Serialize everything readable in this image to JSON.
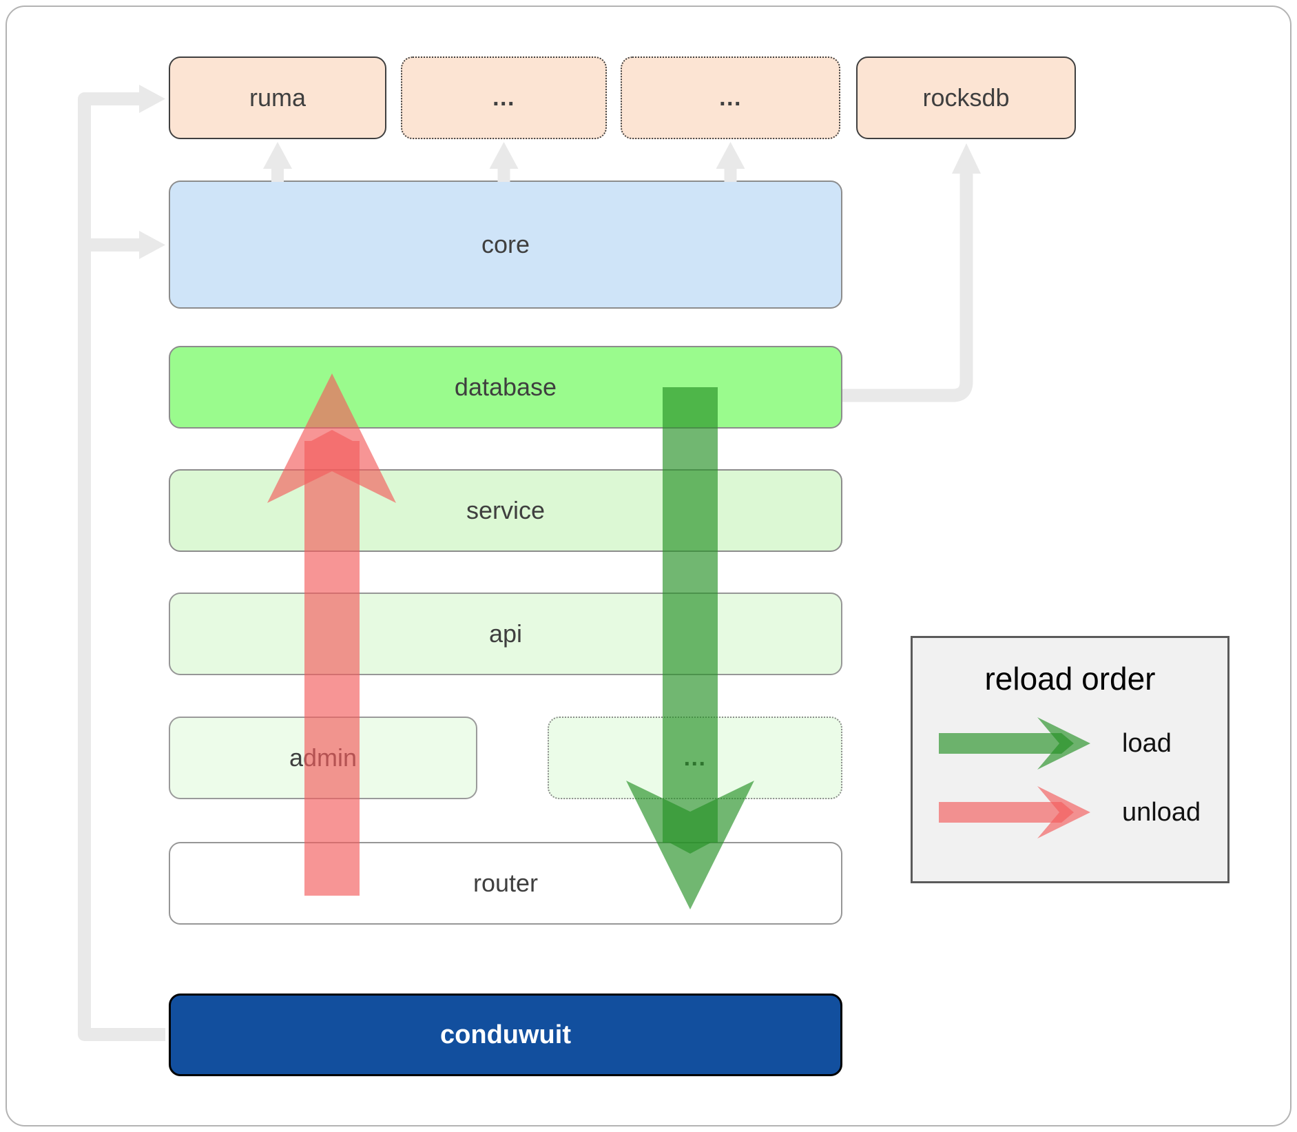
{
  "diagram": {
    "top_row": [
      {
        "id": "ruma",
        "label": "ruma",
        "border": "solid"
      },
      {
        "id": "ellipsis-1",
        "label": "...",
        "border": "dotted"
      },
      {
        "id": "ellipsis-2",
        "label": "...",
        "border": "dotted"
      },
      {
        "id": "rocksdb",
        "label": "rocksdb",
        "border": "solid"
      }
    ],
    "stack": [
      {
        "id": "core",
        "label": "core"
      },
      {
        "id": "database",
        "label": "database"
      },
      {
        "id": "service",
        "label": "service"
      },
      {
        "id": "api",
        "label": "api"
      },
      {
        "id": "admin",
        "label": "admin"
      },
      {
        "id": "ellipsis-3",
        "label": "..."
      },
      {
        "id": "router",
        "label": "router"
      },
      {
        "id": "conduwuit",
        "label": "conduwuit"
      }
    ],
    "legend": {
      "title": "reload order",
      "items": [
        {
          "label": "load",
          "arrow_color": "#259125"
        },
        {
          "label": "unload",
          "arrow_color": "#F25C5C"
        }
      ]
    }
  },
  "colors": {
    "peach_fill": "#FCE4D3",
    "core_fill": "#CFE4F8",
    "database_fill": "#9AFB8D",
    "service_fill": "#DCF8D4",
    "api_fill": "#E6FAE1",
    "admin_fill": "#EDFCEA",
    "ellipsis_green_fill": "#EBFCE8",
    "router_fill": "#FFFFFF",
    "conduwuit_fill": "#124F9E",
    "load_arrow": "#259125",
    "unload_arrow": "#F25C5C",
    "connector": "#E9E9E9",
    "legend_fill": "#F1F1F1"
  }
}
